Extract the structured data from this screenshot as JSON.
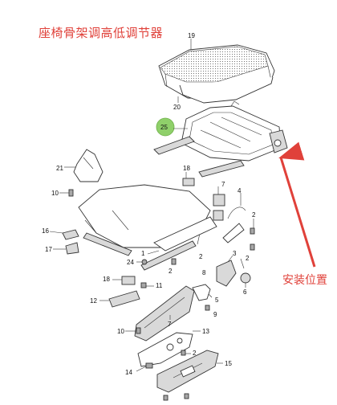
{
  "title": "座椅骨架调高低调节器",
  "install_label": "安装位置",
  "colors": {
    "annotation": "#e0413a",
    "highlight": "#8fd06a",
    "line": "#333333"
  },
  "highlight_callout": "25",
  "callouts": {
    "c19": "19",
    "c20": "20",
    "c25": "25",
    "c21": "21",
    "c10a": "10",
    "c18a": "18",
    "c7a": "7",
    "c2a": "2",
    "c16": "16",
    "c17": "17",
    "c24": "24",
    "c1": "1",
    "c2b": "2",
    "c2c": "2",
    "c8": "8",
    "c3": "3",
    "c2d": "2",
    "c6": "6",
    "c18b": "18",
    "c11": "11",
    "c12": "12",
    "c5": "5",
    "c9": "9",
    "c7b": "7",
    "c10b": "10",
    "c13": "13",
    "c2e": "2",
    "c14": "14",
    "c15": "15",
    "c4": "4"
  }
}
